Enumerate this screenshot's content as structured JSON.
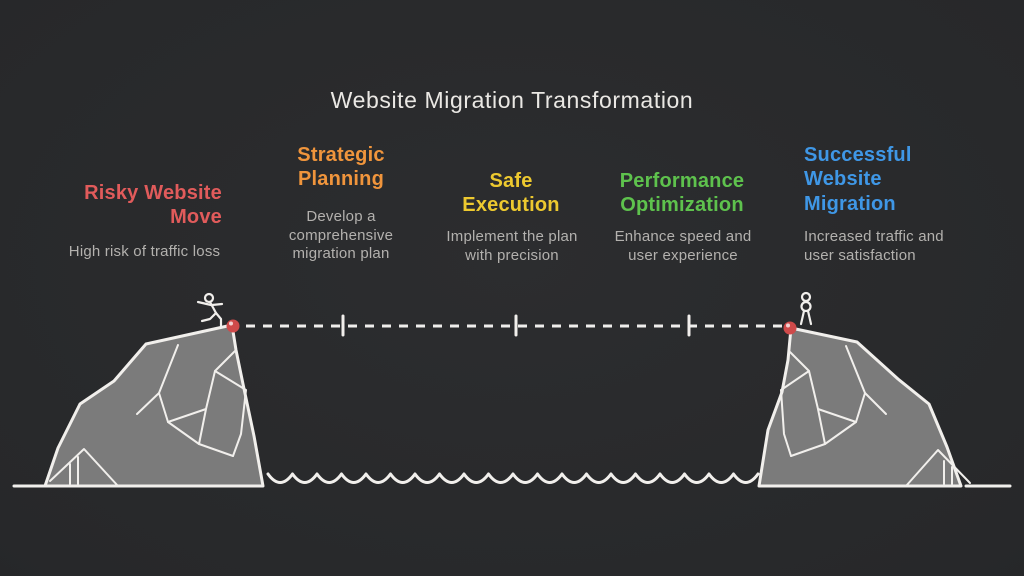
{
  "title": "Website Migration Transformation",
  "stages": [
    {
      "name": "Risky Website Move",
      "description": "High risk of traffic loss",
      "color": "#e15b5b"
    },
    {
      "name": "Strategic Planning",
      "description": "Develop a comprehensive migration plan",
      "color": "#f0953c"
    },
    {
      "name": "Safe Execution",
      "description": "Implement the plan with precision",
      "color": "#edc92f"
    },
    {
      "name": "Performance Optimization",
      "description": "Enhance speed and user experience",
      "color": "#5ec24d"
    },
    {
      "name": "Successful Website Migration",
      "description": "Increased traffic and user satisfaction",
      "color": "#3f97e6"
    }
  ],
  "scene": {
    "left_figure": "person-walking-icon",
    "right_figure": "person-standing-icon",
    "colors": {
      "background": "#27282a",
      "line": "#f1efec",
      "cliff_fill": "#7b7b7b",
      "marker": "#cf4a4a",
      "muted_text": "#b3b1ae",
      "title_text": "#eae8e4"
    }
  }
}
